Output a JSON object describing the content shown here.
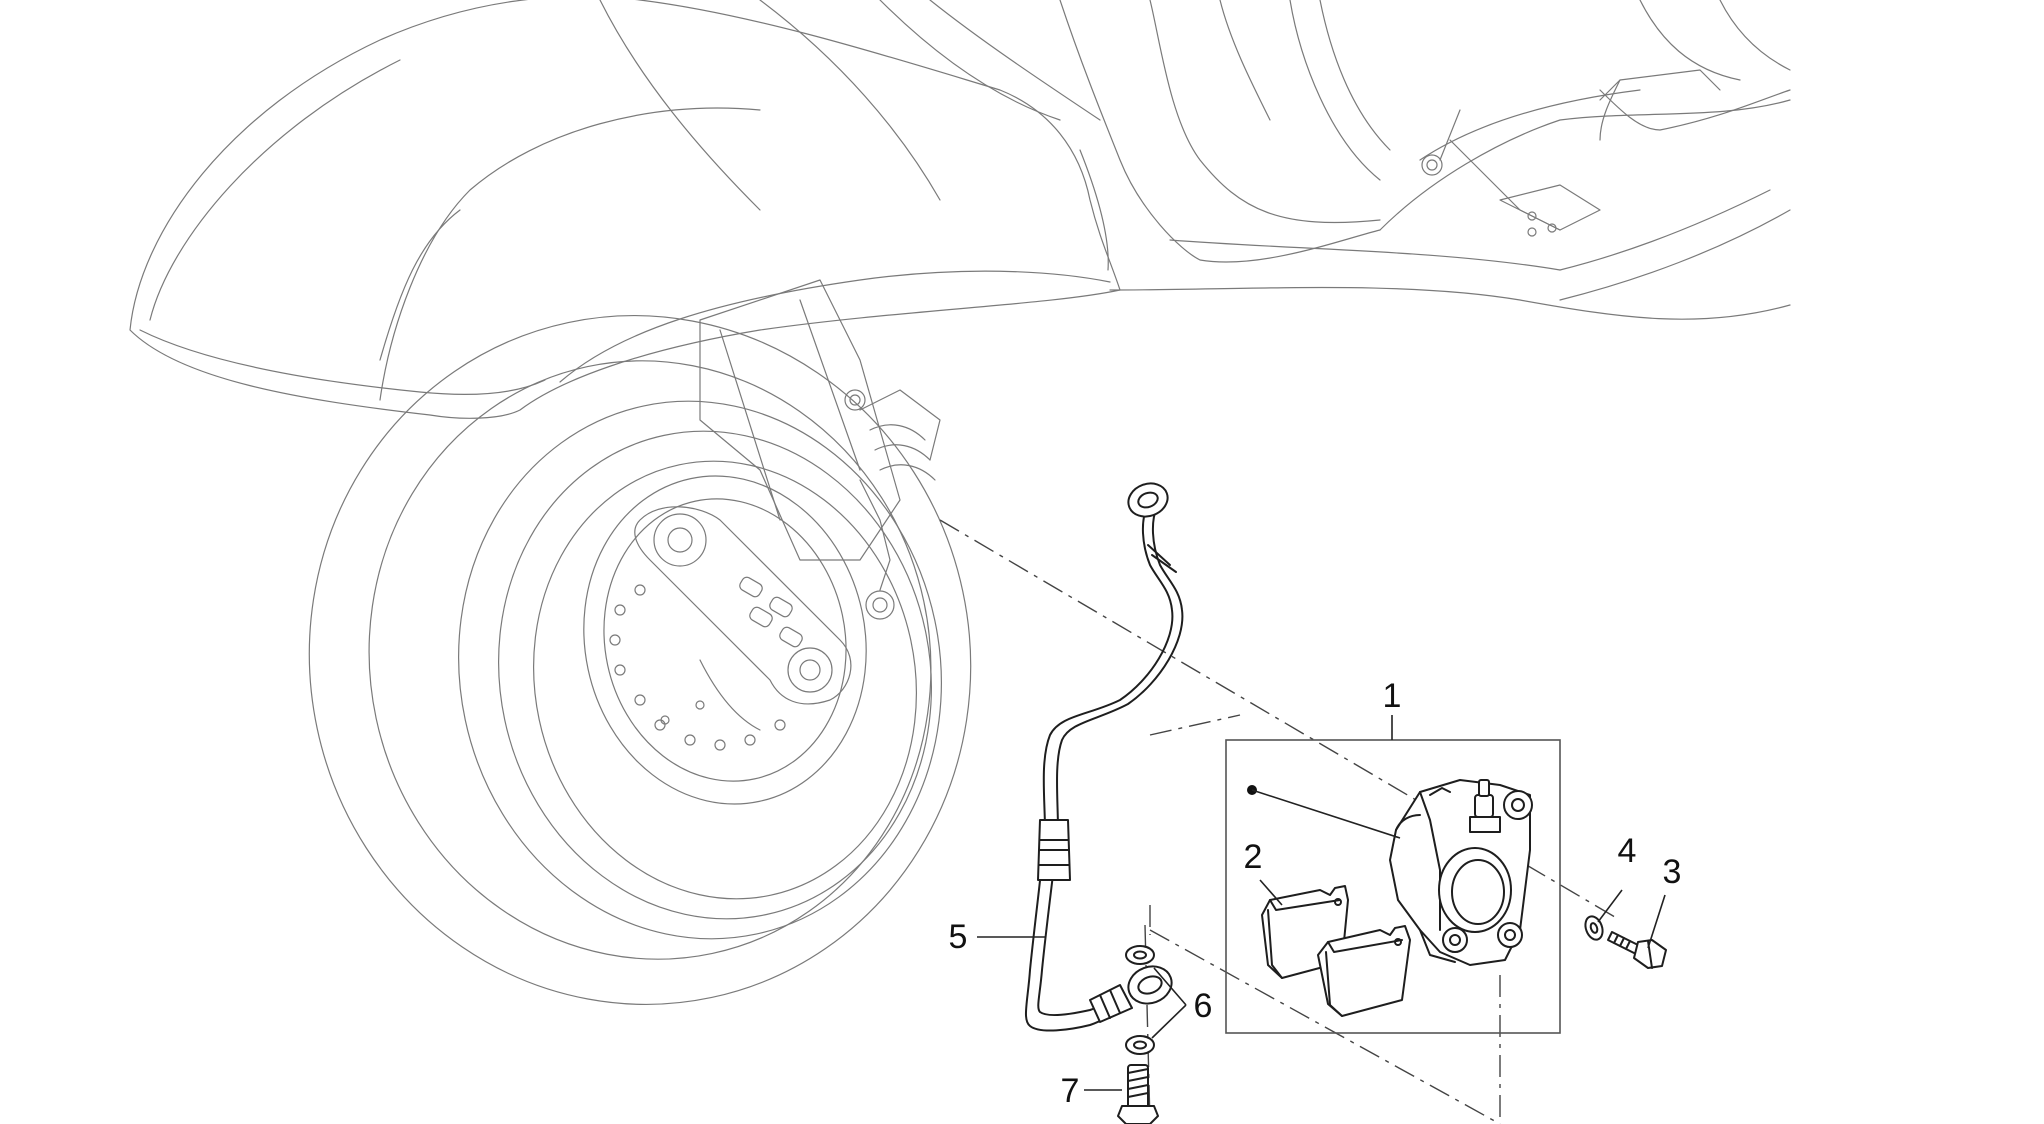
{
  "callouts": {
    "c1": "1",
    "c2": "2",
    "c3": "3",
    "c4": "4",
    "c5": "5",
    "c6": "6",
    "c7": "7"
  },
  "colors": {
    "ink": "#1e1e1e",
    "outline": "#7a7a7a",
    "background": "#ffffff"
  }
}
